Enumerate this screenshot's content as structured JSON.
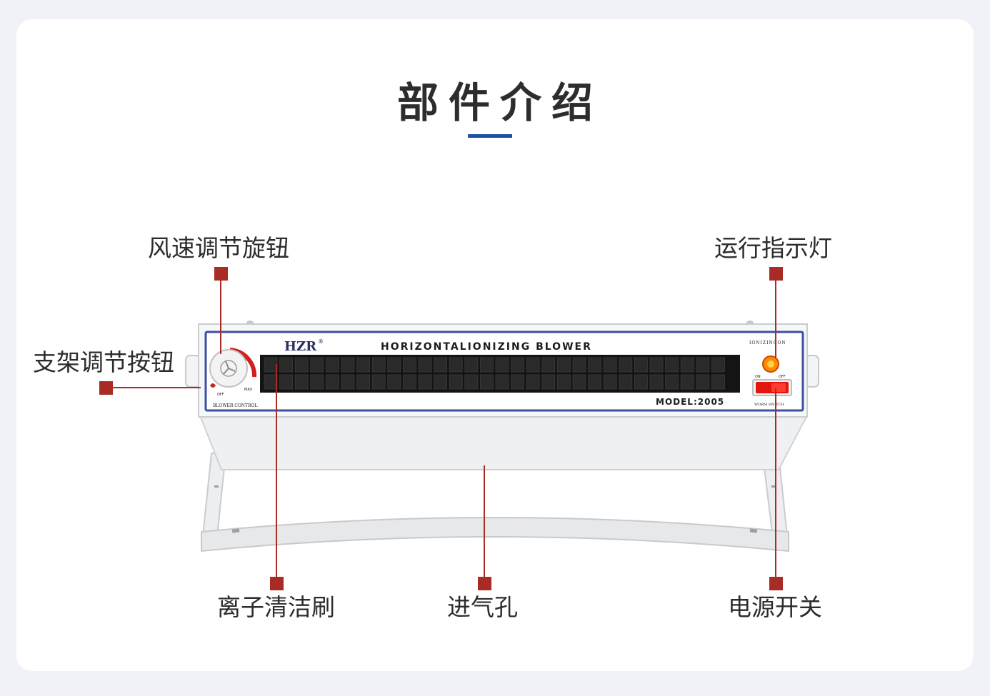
{
  "header": {
    "title": "部件介绍"
  },
  "colors": {
    "accent_blue": "#1d4fa3",
    "callout_red": "#a82c25",
    "background": "#f1f2f7"
  },
  "callouts": {
    "speed_knob": "风速调节旋钮",
    "indicator_light": "运行指示灯",
    "stand_knob": "支架调节按钮",
    "ion_brush": "离子清洁刷",
    "air_inlet": "进气孔",
    "power_switch": "电源开关"
  },
  "device_panel": {
    "brand": "HZR",
    "brand_mark": "®",
    "product_name": "HORIZONTALIONIZING BLOWER",
    "model": "MODEL:2005",
    "blower_control": "BLOWER CONTROL",
    "knob_off": "OFF",
    "knob_max": "MAX",
    "ionizing_label": "IONIZINGON",
    "switch_on": "ON",
    "switch_off": "OFF",
    "switch_label": "WORM SWITCH"
  }
}
